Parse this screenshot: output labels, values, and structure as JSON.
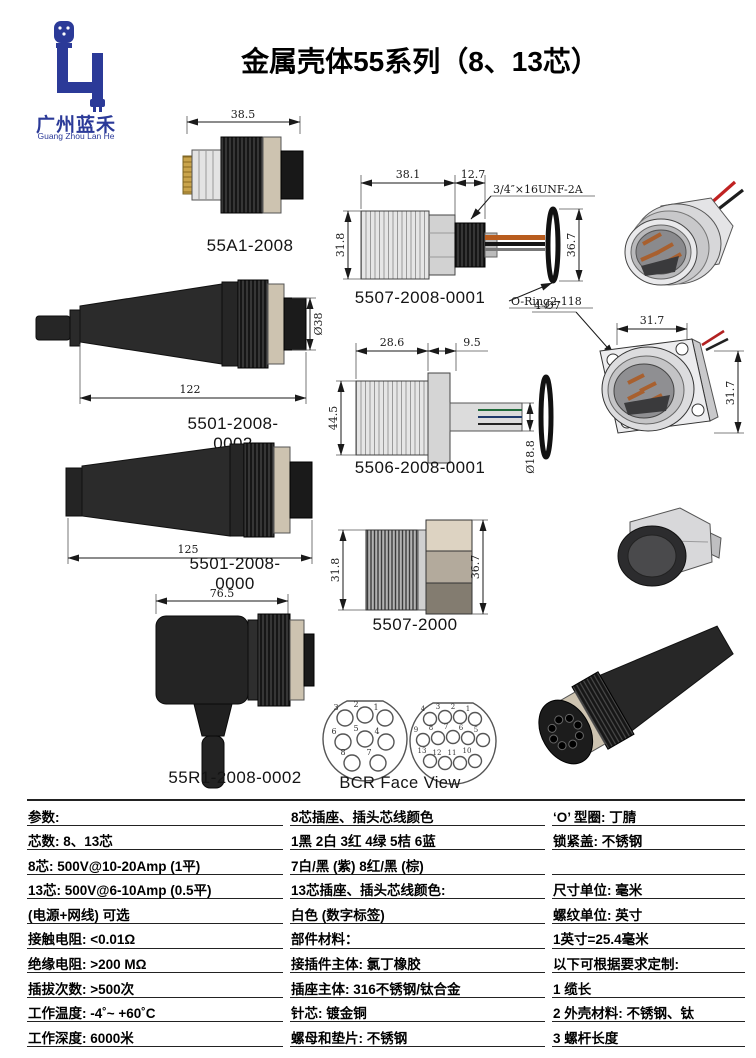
{
  "logo": {
    "company_cn": "广州蓝禾",
    "company_en": "Guang Zhou Lan He"
  },
  "title": "金属壳体55系列（8、13芯）",
  "figures": {
    "a55a1": {
      "label": "55A1-2008",
      "dim_w": "38.5"
    },
    "p5507_0001": {
      "label": "5507-2008-0001",
      "dim_a": "38.1",
      "dim_b": "12.7",
      "thread": "3/4″×16UNF-2A",
      "dim_h1": "31.8",
      "dim_h2": "36.7",
      "oring": "O-Ring2-118"
    },
    "p5501_0002": {
      "label": "5501-2008-0002",
      "dim_dia": "Ø38",
      "dim_len": "122"
    },
    "p5506_0001": {
      "label": "5506-2008-0001",
      "dim_a": "28.6",
      "dim_b": "9.5",
      "dim_h": "44.5",
      "dim_dia": "Ø18.8"
    },
    "flange": {
      "dim_holes": "4-Ø7",
      "dim_w": "31.7",
      "dim_h": "31.7"
    },
    "p5501_0000": {
      "label": "5501-2008-0000",
      "dim_len": "125"
    },
    "p5507_2000": {
      "label": "5507-2000",
      "dim_h1": "31.8",
      "dim_h2": "36.7"
    },
    "r55r1": {
      "label": "55R1-2008-0002",
      "dim_len": "76.5"
    },
    "face_view": {
      "label": "BCR Face View",
      "pins8": [
        "1",
        "2",
        "3",
        "4",
        "5",
        "6",
        "7",
        "8"
      ],
      "pins13": [
        "1",
        "2",
        "3",
        "4",
        "5",
        "6",
        "7",
        "8",
        "9",
        "10",
        "11",
        "12",
        "13"
      ]
    }
  },
  "table": {
    "col1": [
      "参数:",
      "芯数: 8、13芯",
      "8芯: 500V@10-20Amp (1平)",
      "13芯: 500V@6-10Amp (0.5平)",
      "(电源+网线) 可选",
      "接触电阻: <0.01Ω",
      "绝缘电阻: >200 MΩ",
      "插拔次数: >500次",
      "工作温度: -4˚~ +60˚C",
      "工作深度: 6000米"
    ],
    "col2": [
      "8芯插座、插头芯线颜色",
      "1黑 2白 3红 4绿 5桔 6蓝",
      "7白/黑 (紫) 8红/黑 (棕)",
      "13芯插座、插头芯线颜色:",
      "白色 (数字标签)",
      "部件材料：",
      "接插件主体: 氯丁橡胶",
      "插座主体: 316不锈钢/钛合金",
      "针芯: 镀金铜",
      "螺母和垫片: 不锈钢"
    ],
    "col3": [
      "‘O’ 型圈: 丁腈",
      "锁紧盖: 不锈钢",
      "",
      "尺寸单位: 毫米",
      "螺纹单位: 英寸",
      "1英寸=25.4毫米",
      "以下可根据要求定制:",
      "1 缆长",
      "2 外壳材料: 不锈钢、钛",
      "3 螺杆长度"
    ]
  }
}
